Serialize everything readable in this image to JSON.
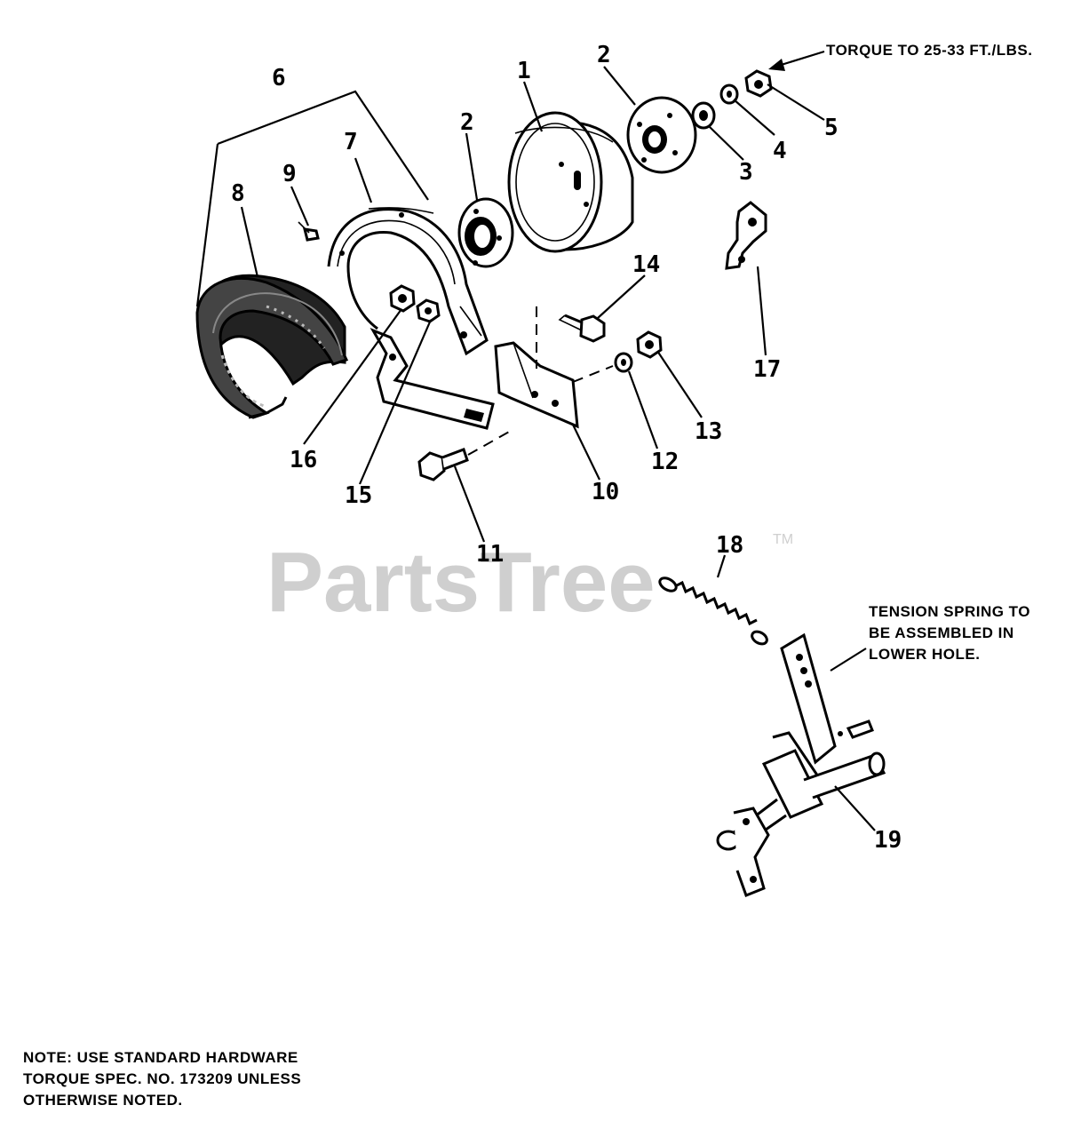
{
  "watermark": {
    "text": "PartsTree",
    "trademark": "TM"
  },
  "callouts": [
    {
      "id": "1",
      "label": "1"
    },
    {
      "id": "2a",
      "label": "2"
    },
    {
      "id": "2b",
      "label": "2"
    },
    {
      "id": "3",
      "label": "3"
    },
    {
      "id": "4",
      "label": "4"
    },
    {
      "id": "5",
      "label": "5"
    },
    {
      "id": "6",
      "label": "6"
    },
    {
      "id": "7",
      "label": "7"
    },
    {
      "id": "8",
      "label": "8"
    },
    {
      "id": "9",
      "label": "9"
    },
    {
      "id": "10",
      "label": "10"
    },
    {
      "id": "11",
      "label": "11"
    },
    {
      "id": "12",
      "label": "12"
    },
    {
      "id": "13",
      "label": "13"
    },
    {
      "id": "14",
      "label": "14"
    },
    {
      "id": "15",
      "label": "15"
    },
    {
      "id": "16",
      "label": "16"
    },
    {
      "id": "17",
      "label": "17"
    },
    {
      "id": "18",
      "label": "18"
    },
    {
      "id": "19",
      "label": "19"
    }
  ],
  "annotations": {
    "torque": "TORQUE TO 25-33 FT./LBS.",
    "spring_note": [
      "TENSION SPRING TO",
      "BE ASSEMBLED IN",
      "LOWER HOLE."
    ],
    "footer_note": [
      "NOTE: USE STANDARD HARDWARE",
      "TORQUE SPEC. NO. 173209 UNLESS",
      "OTHERWISE NOTED."
    ]
  }
}
